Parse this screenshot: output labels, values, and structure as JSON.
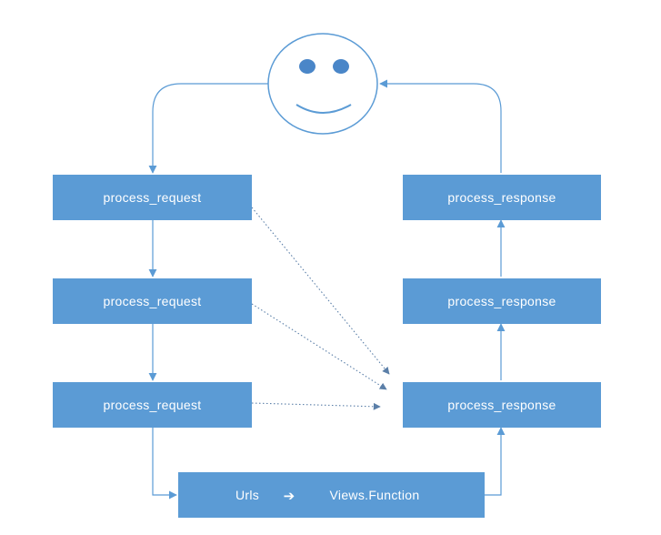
{
  "diagram": {
    "request_boxes": [
      {
        "label": "process_request"
      },
      {
        "label": "process_request"
      },
      {
        "label": "process_request"
      }
    ],
    "response_boxes": [
      {
        "label": "process_response"
      },
      {
        "label": "process_response"
      },
      {
        "label": "process_response"
      }
    ],
    "bottom_box": {
      "left_label": "Urls",
      "arrow_glyph": "➔",
      "right_label": "Views.Function"
    },
    "colors": {
      "box_fill": "#5b9bd5",
      "box_text": "#ffffff",
      "connector": "#5b9bd5",
      "dotted_connector": "#5b7fa8",
      "face_fill": "#ffffff",
      "eye_fill": "#4a86c8"
    },
    "icons": {
      "client": "smiley-face-icon"
    }
  }
}
